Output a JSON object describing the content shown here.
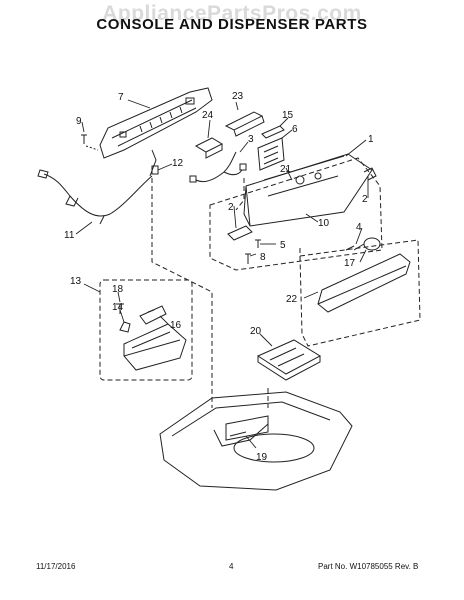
{
  "watermark": "AppliancePartsPros.com",
  "title": "CONSOLE AND DISPENSER PARTS",
  "callouts": {
    "c1": "1",
    "c2a": "2",
    "c2b": "2",
    "c3": "3",
    "c4": "4",
    "c5": "5",
    "c6": "6",
    "c7": "7",
    "c8": "8",
    "c9": "9",
    "c10": "10",
    "c11": "11",
    "c12": "12",
    "c13": "13",
    "c14": "14",
    "c15": "15",
    "c16": "16",
    "c17": "17",
    "c18": "18",
    "c19": "19",
    "c20": "20",
    "c21": "21",
    "c22": "22",
    "c23": "23",
    "c24": "24"
  },
  "footer": {
    "date": "11/17/2016",
    "page": "4",
    "part_no": "Part No.  W10785055  Rev.  B"
  }
}
